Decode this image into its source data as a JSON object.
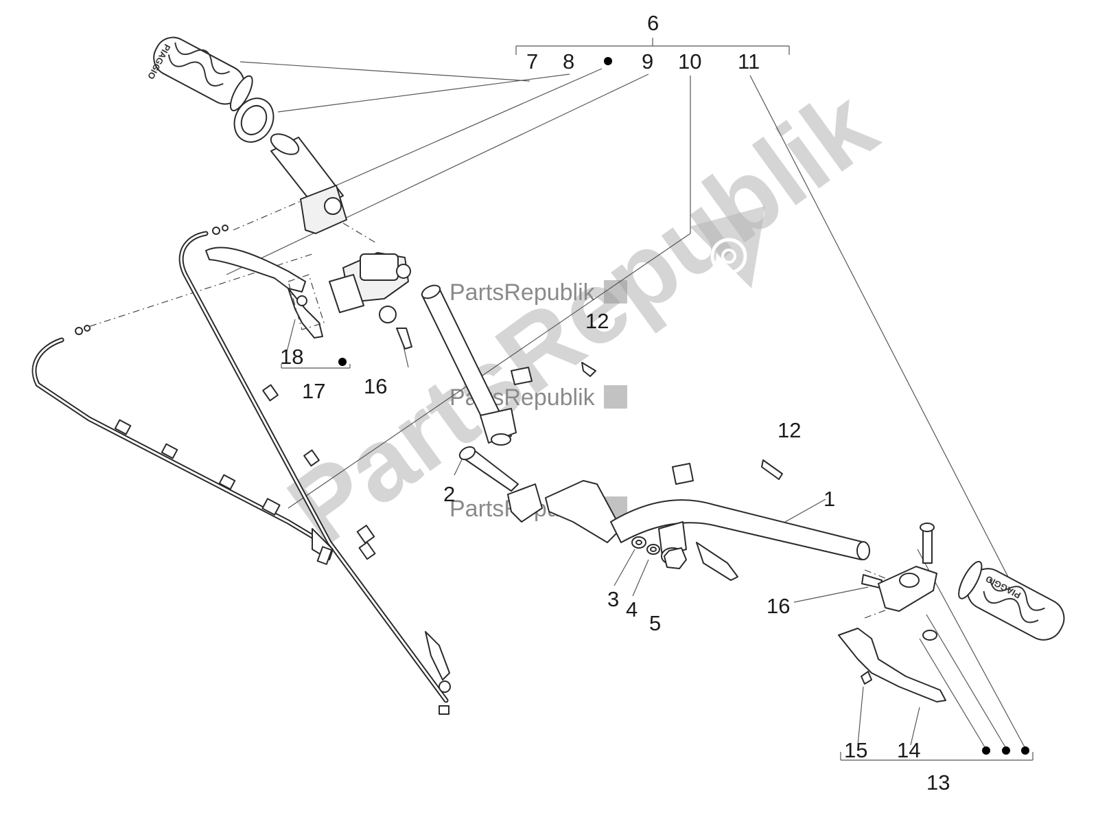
{
  "watermark": {
    "brand": "PartsRepublik",
    "large_text": "PartsRepublik"
  },
  "grip_logo": "PIAGGIO",
  "callouts": {
    "c1": "1",
    "c2": "2",
    "c3": "3",
    "c4": "4",
    "c5": "5",
    "c6": "6",
    "c7": "7",
    "c8": "8",
    "c9": "9",
    "c10": "10",
    "c11": "11",
    "c12a": "12",
    "c12b": "12",
    "c13": "13",
    "c14": "14",
    "c15": "15",
    "c16a": "16",
    "c16b": "16",
    "c17": "17",
    "c18": "18"
  }
}
